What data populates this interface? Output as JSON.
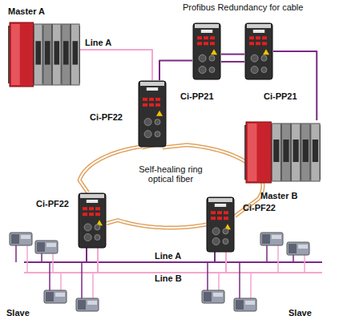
{
  "diagram": {
    "nodes": [
      {
        "text": [
          "Master A"
        ]
      },
      {
        "text": [
          "Ci-PP21"
        ]
      },
      {
        "text": [
          "Ci-PP21"
        ]
      },
      {
        "text": [
          "Ci-PF22"
        ]
      },
      {
        "text": [
          "Master B"
        ]
      },
      {
        "text": [
          "Ci-PF22"
        ]
      },
      {
        "text": [
          "Ci-PF22"
        ]
      }
    ],
    "edges": [
      {
        "from": 0,
        "to": 3,
        "arrow": "none",
        "label": "Line A"
      },
      {
        "from": 3,
        "to": 1,
        "arrow": "none"
      },
      {
        "from": 1,
        "to": 2,
        "arrow": "none"
      },
      {
        "from": 1,
        "to": 2,
        "arrow": "none"
      },
      {
        "from": 2,
        "to": 4,
        "arrow": "none"
      },
      {
        "from": 3,
        "to": 5,
        "arrow": "none"
      },
      {
        "from": 3,
        "to": 6,
        "arrow": "none"
      },
      {
        "from": 5,
        "to": 6,
        "arrow": "none"
      }
    ],
    "labels": [
      "Profibus Redundancy for cable",
      "Self-healing ring optical fiber",
      "Line A",
      "Line B",
      "Slave",
      "Slave"
    ]
  }
}
